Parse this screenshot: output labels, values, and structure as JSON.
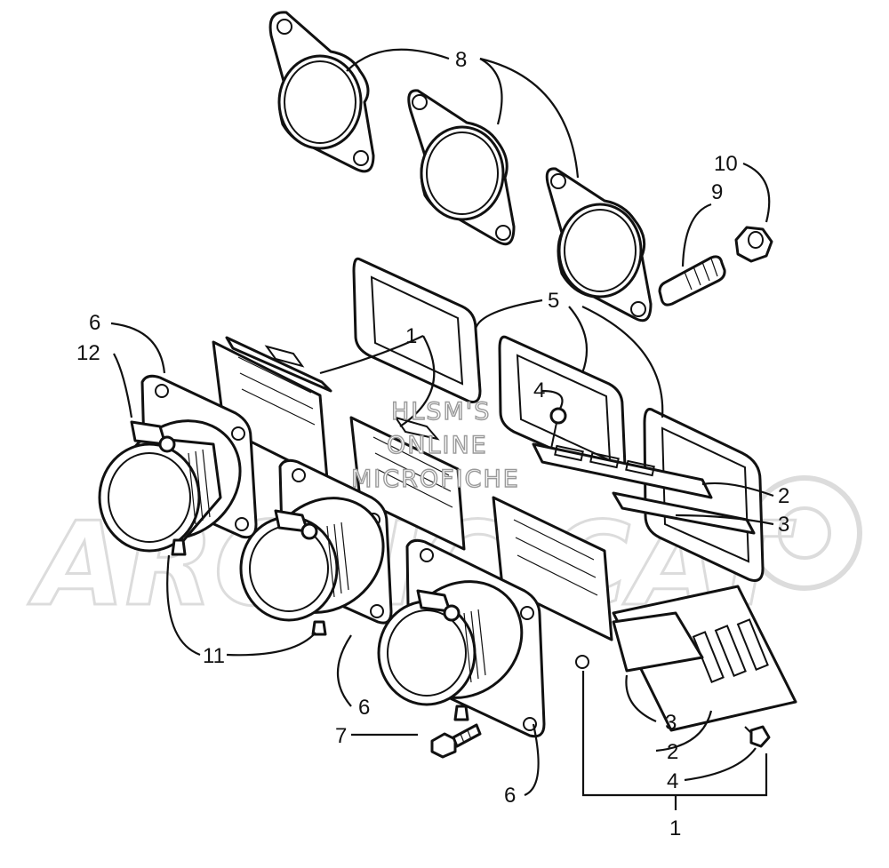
{
  "callouts": {
    "c8": "8",
    "c10": "10",
    "c9": "9",
    "c5": "5",
    "c1_top": "1",
    "c4_top": "4",
    "c6_top": "6",
    "c12": "12",
    "c2_right": "2",
    "c3_right": "3",
    "c11": "11",
    "c6_mid": "6",
    "c7": "7",
    "c3_bottom": "3",
    "c2_bottom": "2",
    "c4_bottom": "4",
    "c6_bottom": "6",
    "c1_bottom": "1"
  },
  "watermark": {
    "line1": "HLSM'S",
    "line2": "ONLINE",
    "line3": "MICROFICHE"
  },
  "logo_text": "ARCTIC CAT",
  "colors": {
    "ink": "#111111",
    "background": "#ffffff",
    "watermark": "#dcdcdc"
  }
}
